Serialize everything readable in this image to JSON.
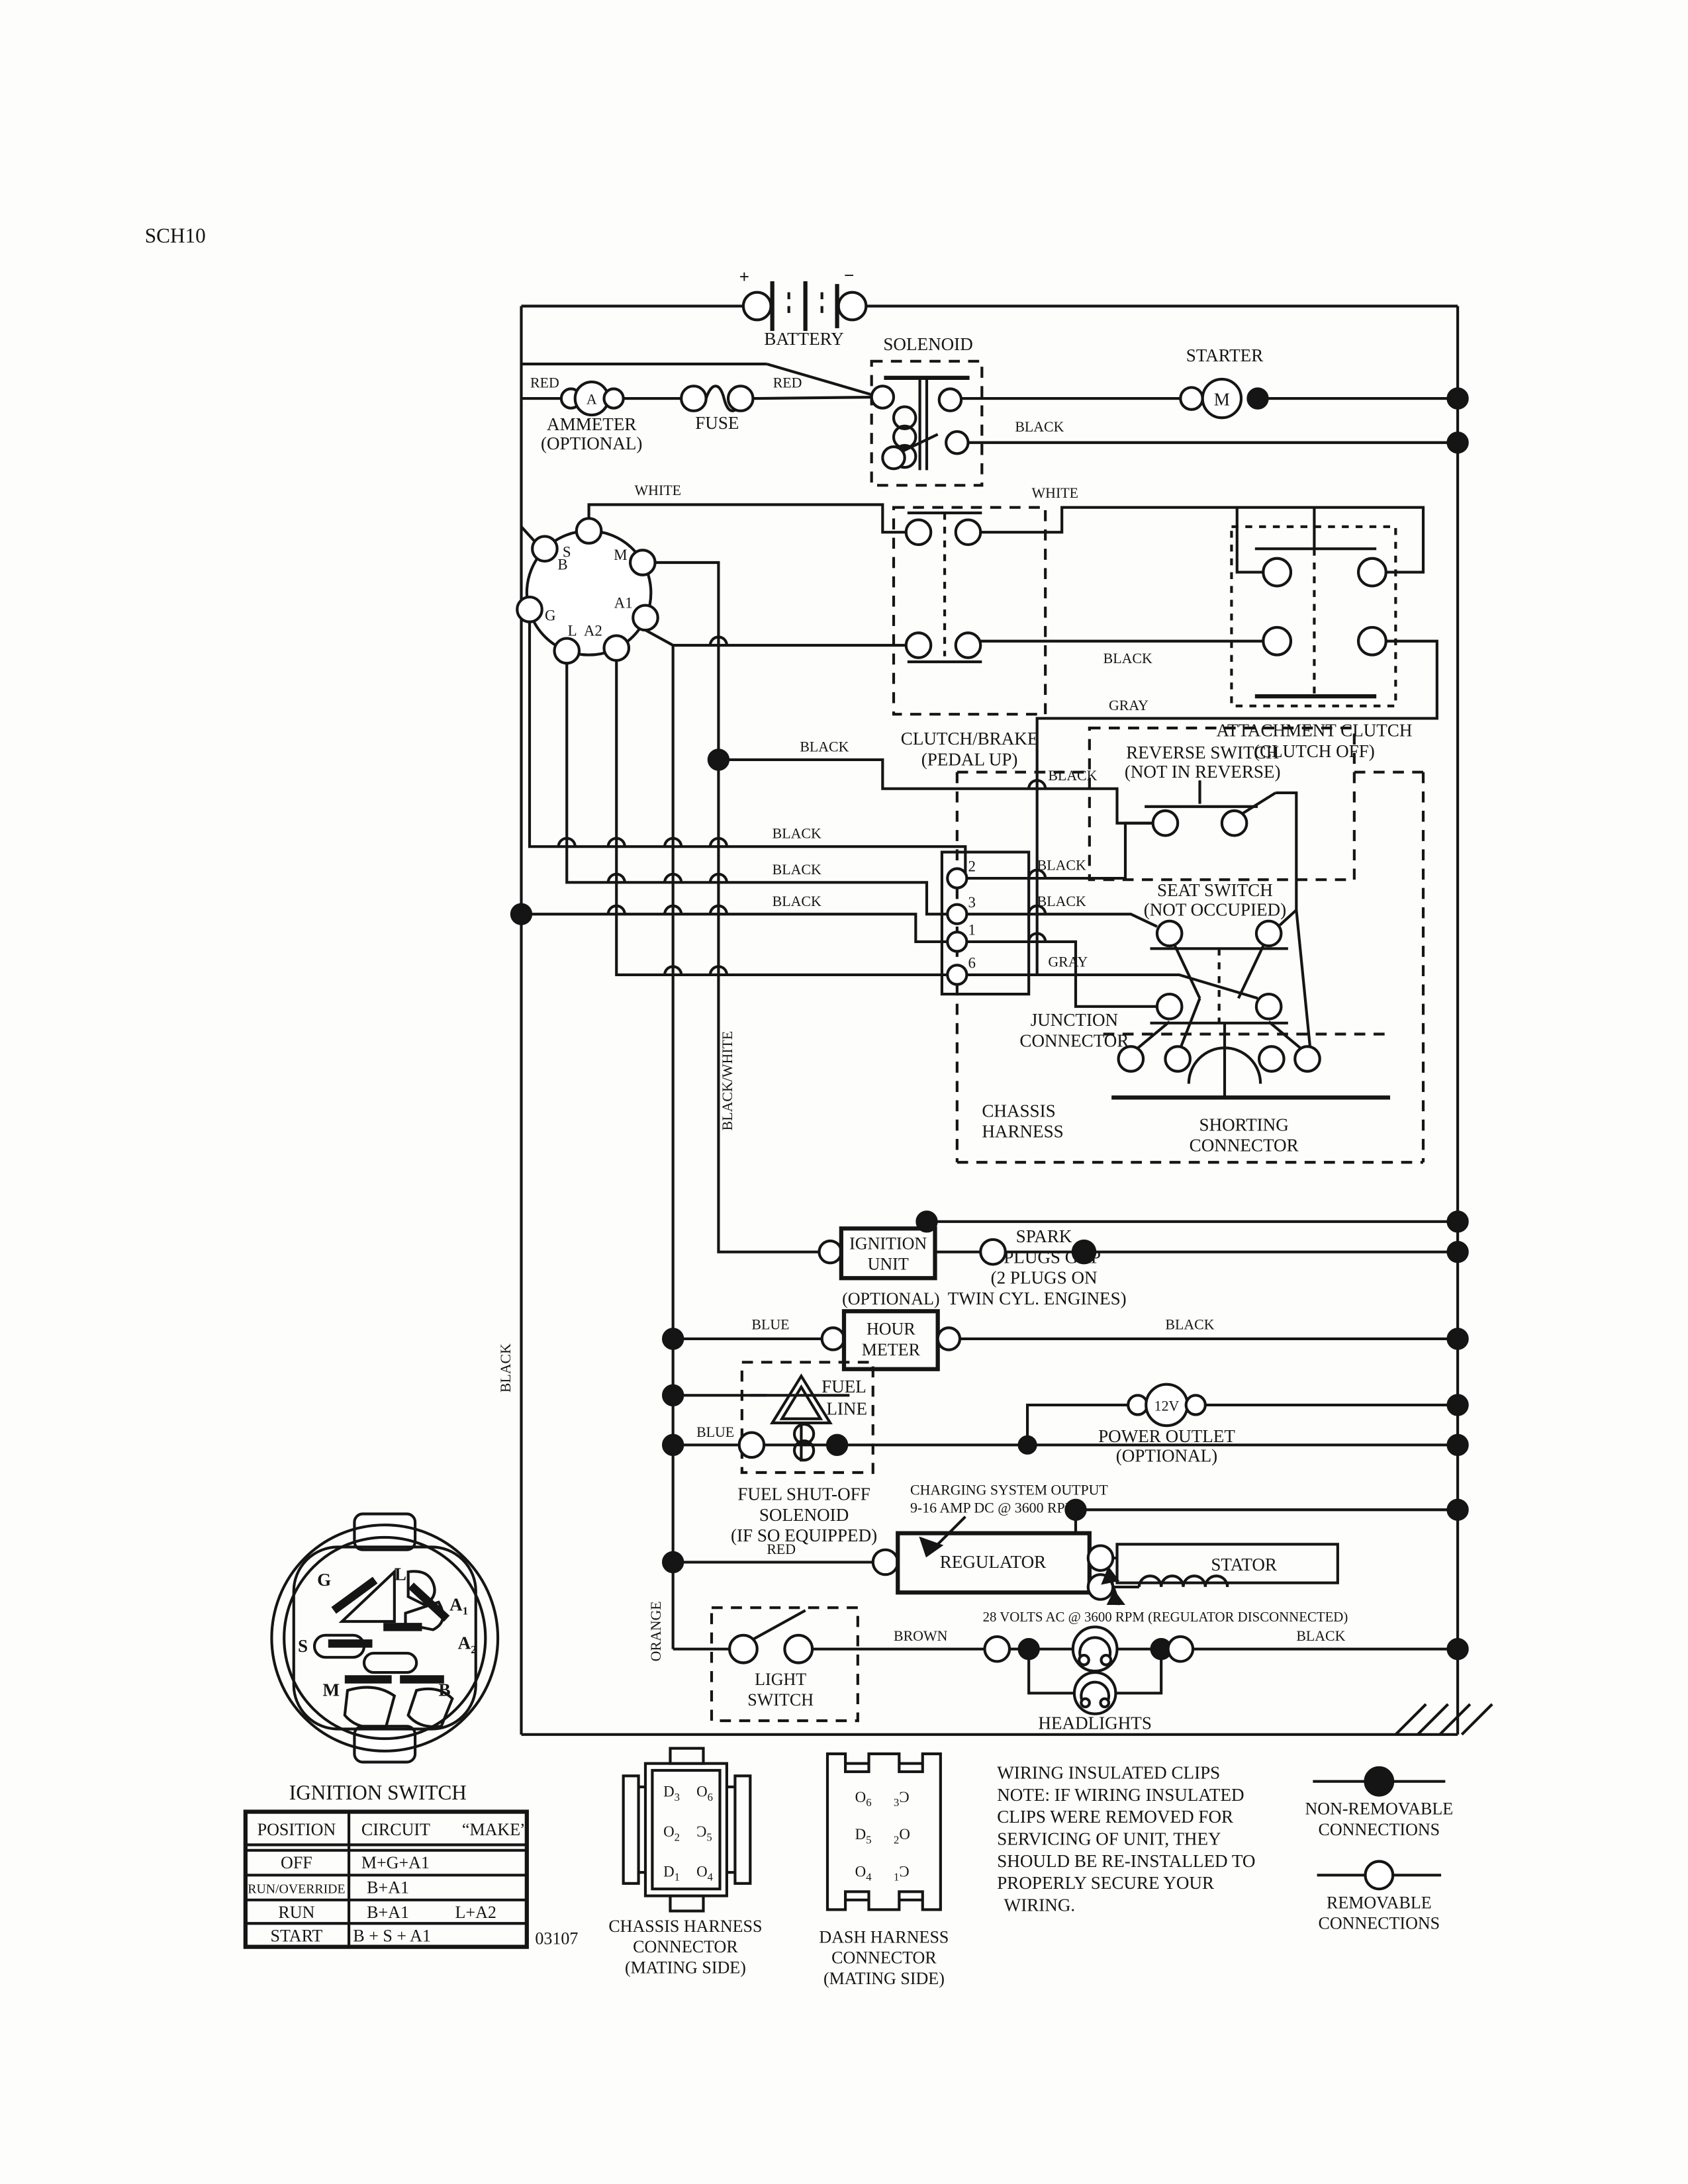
{
  "page": {
    "sch": "SCH10",
    "part": "03107"
  },
  "w": {
    "red1": "RED",
    "red2": "RED",
    "red3": "RED",
    "white1": "WHITE",
    "white2": "WHITE",
    "blk_sol": "BLACK",
    "blk_sw": "BLACK",
    "blk_rev": "BLACK",
    "blk_a": "BLACK",
    "blk_b": "BLACK",
    "blk_c": "BLACK",
    "blk_j2": "BLACK",
    "blk_j3": "BLACK",
    "gray_j6": "GRAY",
    "gray_cl": "GRAY",
    "blk_cl": "BLACK",
    "blk_hm": "BLACK",
    "blk_hl": "BLACK",
    "blue1": "BLUE",
    "blue2": "BLUE",
    "brown": "BROWN",
    "blk_vert": "BLACK",
    "bw_vert": "BLACK/WHITE",
    "orange": "ORANGE"
  },
  "c": {
    "battery": "BATTERY",
    "plus": "+",
    "minus": "−",
    "ammeter1": "AMMETER",
    "ammeter2": "(OPTIONAL)",
    "ammeter_a": "A",
    "fuse": "FUSE",
    "solenoid": "SOLENOID",
    "starter": "STARTER",
    "starter_m": "M",
    "clutch1": "CLUTCH/BRAKE",
    "clutch2": "(PEDAL UP)",
    "attach1": "ATTACHMENT CLUTCH",
    "attach2": "(CLUTCH OFF)",
    "reverse1": "REVERSE SWITCH",
    "reverse2": "(NOT IN REVERSE)",
    "seat1": "SEAT SWITCH",
    "seat2": "(NOT OCCUPIED)",
    "junction1": "JUNCTION",
    "junction2": "CONNECTOR",
    "shorting1": "SHORTING",
    "shorting2": "CONNECTOR",
    "chassis1": "CHASSIS",
    "chassis2": "HARNESS",
    "ign_unit1": "IGNITION",
    "ign_unit2": "UNIT",
    "spark1": "SPARK",
    "spark2": "PLUGS GAP",
    "spark3": "(2 PLUGS ON",
    "spark4": "TWIN CYL. ENGINES)",
    "hm0": "(OPTIONAL)",
    "hm1": "HOUR",
    "hm2": "METER",
    "fl1": "FUEL",
    "fl2": "LINE",
    "fs1": "FUEL SHUT-OFF",
    "fs2": "SOLENOID",
    "fs3": "(IF SO EQUIPPED)",
    "po0": "12V",
    "po1": "POWER OUTLET",
    "po2": "(OPTIONAL)",
    "chg1": "CHARGING SYSTEM OUTPUT",
    "chg2": "9-16 AMP DC @ 3600 RPM",
    "regulator": "REGULATOR",
    "stator": "STATOR",
    "volts": "28 VOLTS AC @ 3600 RPM (REGULATOR DISCONNECTED)",
    "ls1": "LIGHT",
    "ls2": "SWITCH",
    "headlights": "HEADLIGHTS"
  },
  "pins": {
    "p2": "2",
    "p3": "3",
    "p1": "1",
    "p6": "6"
  },
  "ign": {
    "S": "S",
    "B": "B",
    "M": "M",
    "G": "G",
    "L": "L",
    "A1": "A1",
    "A2": "A2"
  },
  "drawing": {
    "G": "G",
    "L": "L",
    "A": "A",
    "s1": "1",
    "s2": "2",
    "S": "S",
    "M": "M",
    "B": "B",
    "caption": "IGNITION SWITCH"
  },
  "table": {
    "h1": "POSITION",
    "h2": "CIRCUIT",
    "h3": "“MAKE”",
    "rows": [
      [
        "OFF",
        "M+G+A1",
        ""
      ],
      [
        "RUN/OVERRIDE",
        "B+A1",
        ""
      ],
      [
        "RUN",
        "B+A1",
        "L+A2"
      ],
      [
        "START",
        "B + S + A1",
        ""
      ]
    ]
  },
  "chassis_conn": {
    "cap1": "CHASSIS HARNESS",
    "cap2": "CONNECTOR",
    "cap3": "(MATING SIDE)",
    "pins": [
      [
        "D",
        "3"
      ],
      [
        "O",
        "6"
      ],
      [
        "O",
        "2"
      ],
      [
        "Ɔ",
        "5"
      ],
      [
        "D",
        "1"
      ],
      [
        "O",
        "4"
      ]
    ]
  },
  "dash_conn": {
    "cap1": "DASH HARNESS",
    "cap2": "CONNECTOR",
    "cap3": "(MATING SIDE)",
    "left": [
      [
        "O",
        "6"
      ],
      [
        "D",
        "5"
      ],
      [
        "O",
        "4"
      ]
    ],
    "right": [
      [
        "3",
        "Ɔ"
      ],
      [
        "2",
        "O"
      ],
      [
        "1",
        "Ɔ"
      ]
    ]
  },
  "note": {
    "l1": "WIRING INSULATED CLIPS",
    "l2": "NOTE:  IF WIRING INSULATED",
    "l3": "CLIPS WERE REMOVED FOR",
    "l4": "SERVICING OF UNIT, THEY",
    "l5": "SHOULD BE RE-INSTALLED TO",
    "l6": "PROPERLY SECURE YOUR",
    "l7": "WIRING.",
    "part": "03107"
  },
  "legend": {
    "nr1": "NON-REMOVABLE",
    "nr2": "CONNECTIONS",
    "r1": "REMOVABLE",
    "r2": "CONNECTIONS"
  }
}
